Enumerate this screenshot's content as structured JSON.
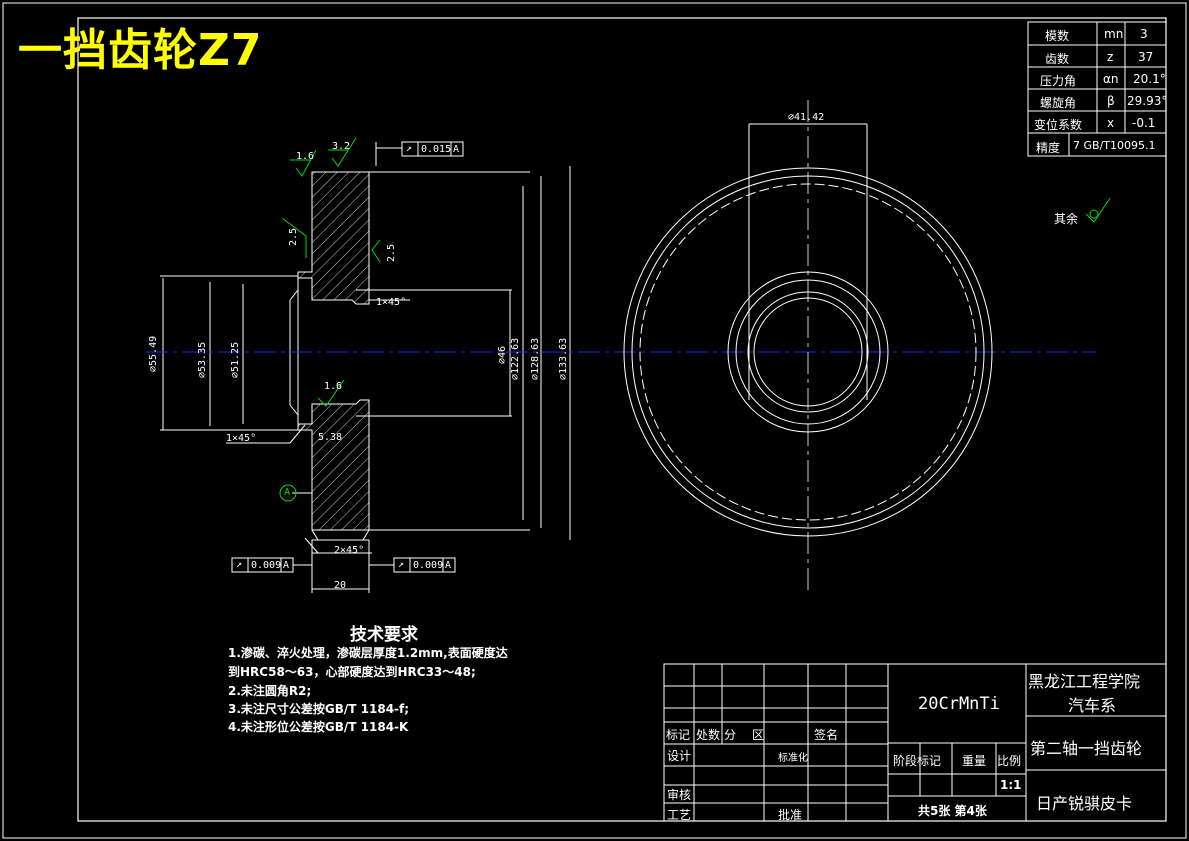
{
  "title": "一挡齿轮Z7",
  "params_table": {
    "rows": [
      {
        "name": "模数",
        "symbol": "mn",
        "value": "3"
      },
      {
        "name": "齿数",
        "symbol": "z",
        "value": "37"
      },
      {
        "name": "压力角",
        "symbol": "αn",
        "value": "20.1°"
      },
      {
        "name": "螺旋角",
        "symbol": "β",
        "value": "29.93°"
      },
      {
        "name": "变位系数",
        "symbol": "x",
        "value": "-0.1"
      }
    ],
    "precision_label": "精度",
    "precision_value": "7 GB/T10095.1"
  },
  "other_finish": "其余",
  "dims": {
    "d1": "⌀55.49",
    "d2": "⌀53.35",
    "d3": "⌀51.25",
    "d4": "⌀46",
    "d5": "⌀122.63",
    "d6": "⌀128.63",
    "d7": "⌀133.63",
    "d_front": "⌀41.42",
    "chamfer_top": "1×45°",
    "chamfer_left": "1×45°",
    "chamfer_bottom": "2×45°",
    "width": "20",
    "length_538": "5.38",
    "rough_16a": "1.6",
    "rough_32": "3.2",
    "rough_25a": "2.5",
    "rough_25b": "2.5",
    "rough_16b": "1.6",
    "datum": "A"
  },
  "tolerances": {
    "top": {
      "value": "0.015",
      "datum": "A"
    },
    "bottom_left": {
      "value": "0.009",
      "datum": "A"
    },
    "bottom_right": {
      "value": "0.009",
      "datum": "A"
    }
  },
  "tech_requirements": {
    "heading": "技术要求",
    "items": [
      "1.渗碳、淬火处理，渗碳层厚度1.2mm,表面硬度达",
      "  到HRC58～63，心部硬度达到HRC33～48;",
      "2.未注圆角R2;",
      "3.未注尺寸公差按GB/T 1184-f;",
      "4.未注形位公差按GB/T 1184-K"
    ]
  },
  "title_block": {
    "material": "20CrMnTi",
    "school": "黑龙江工程学院",
    "dept": "汽车系",
    "part_name": "第二轴一挡齿轮",
    "vehicle": "日产锐骐皮卡",
    "rev_headers": [
      "标记",
      "处数",
      "分",
      "区",
      "签名"
    ],
    "design": "设计",
    "standardize": "标准化",
    "review": "审核",
    "process": "工艺",
    "approve": "批准",
    "stage_mark": "阶段标记",
    "weight": "重量",
    "scale_label": "比例",
    "scale": "1:1",
    "sheets": "共5张  第4张"
  },
  "colors": {
    "background": "#000000",
    "lines": "#ffffff",
    "title": "#ffff00",
    "centerline": "#1a1aff",
    "annotation": "#00cc00"
  }
}
